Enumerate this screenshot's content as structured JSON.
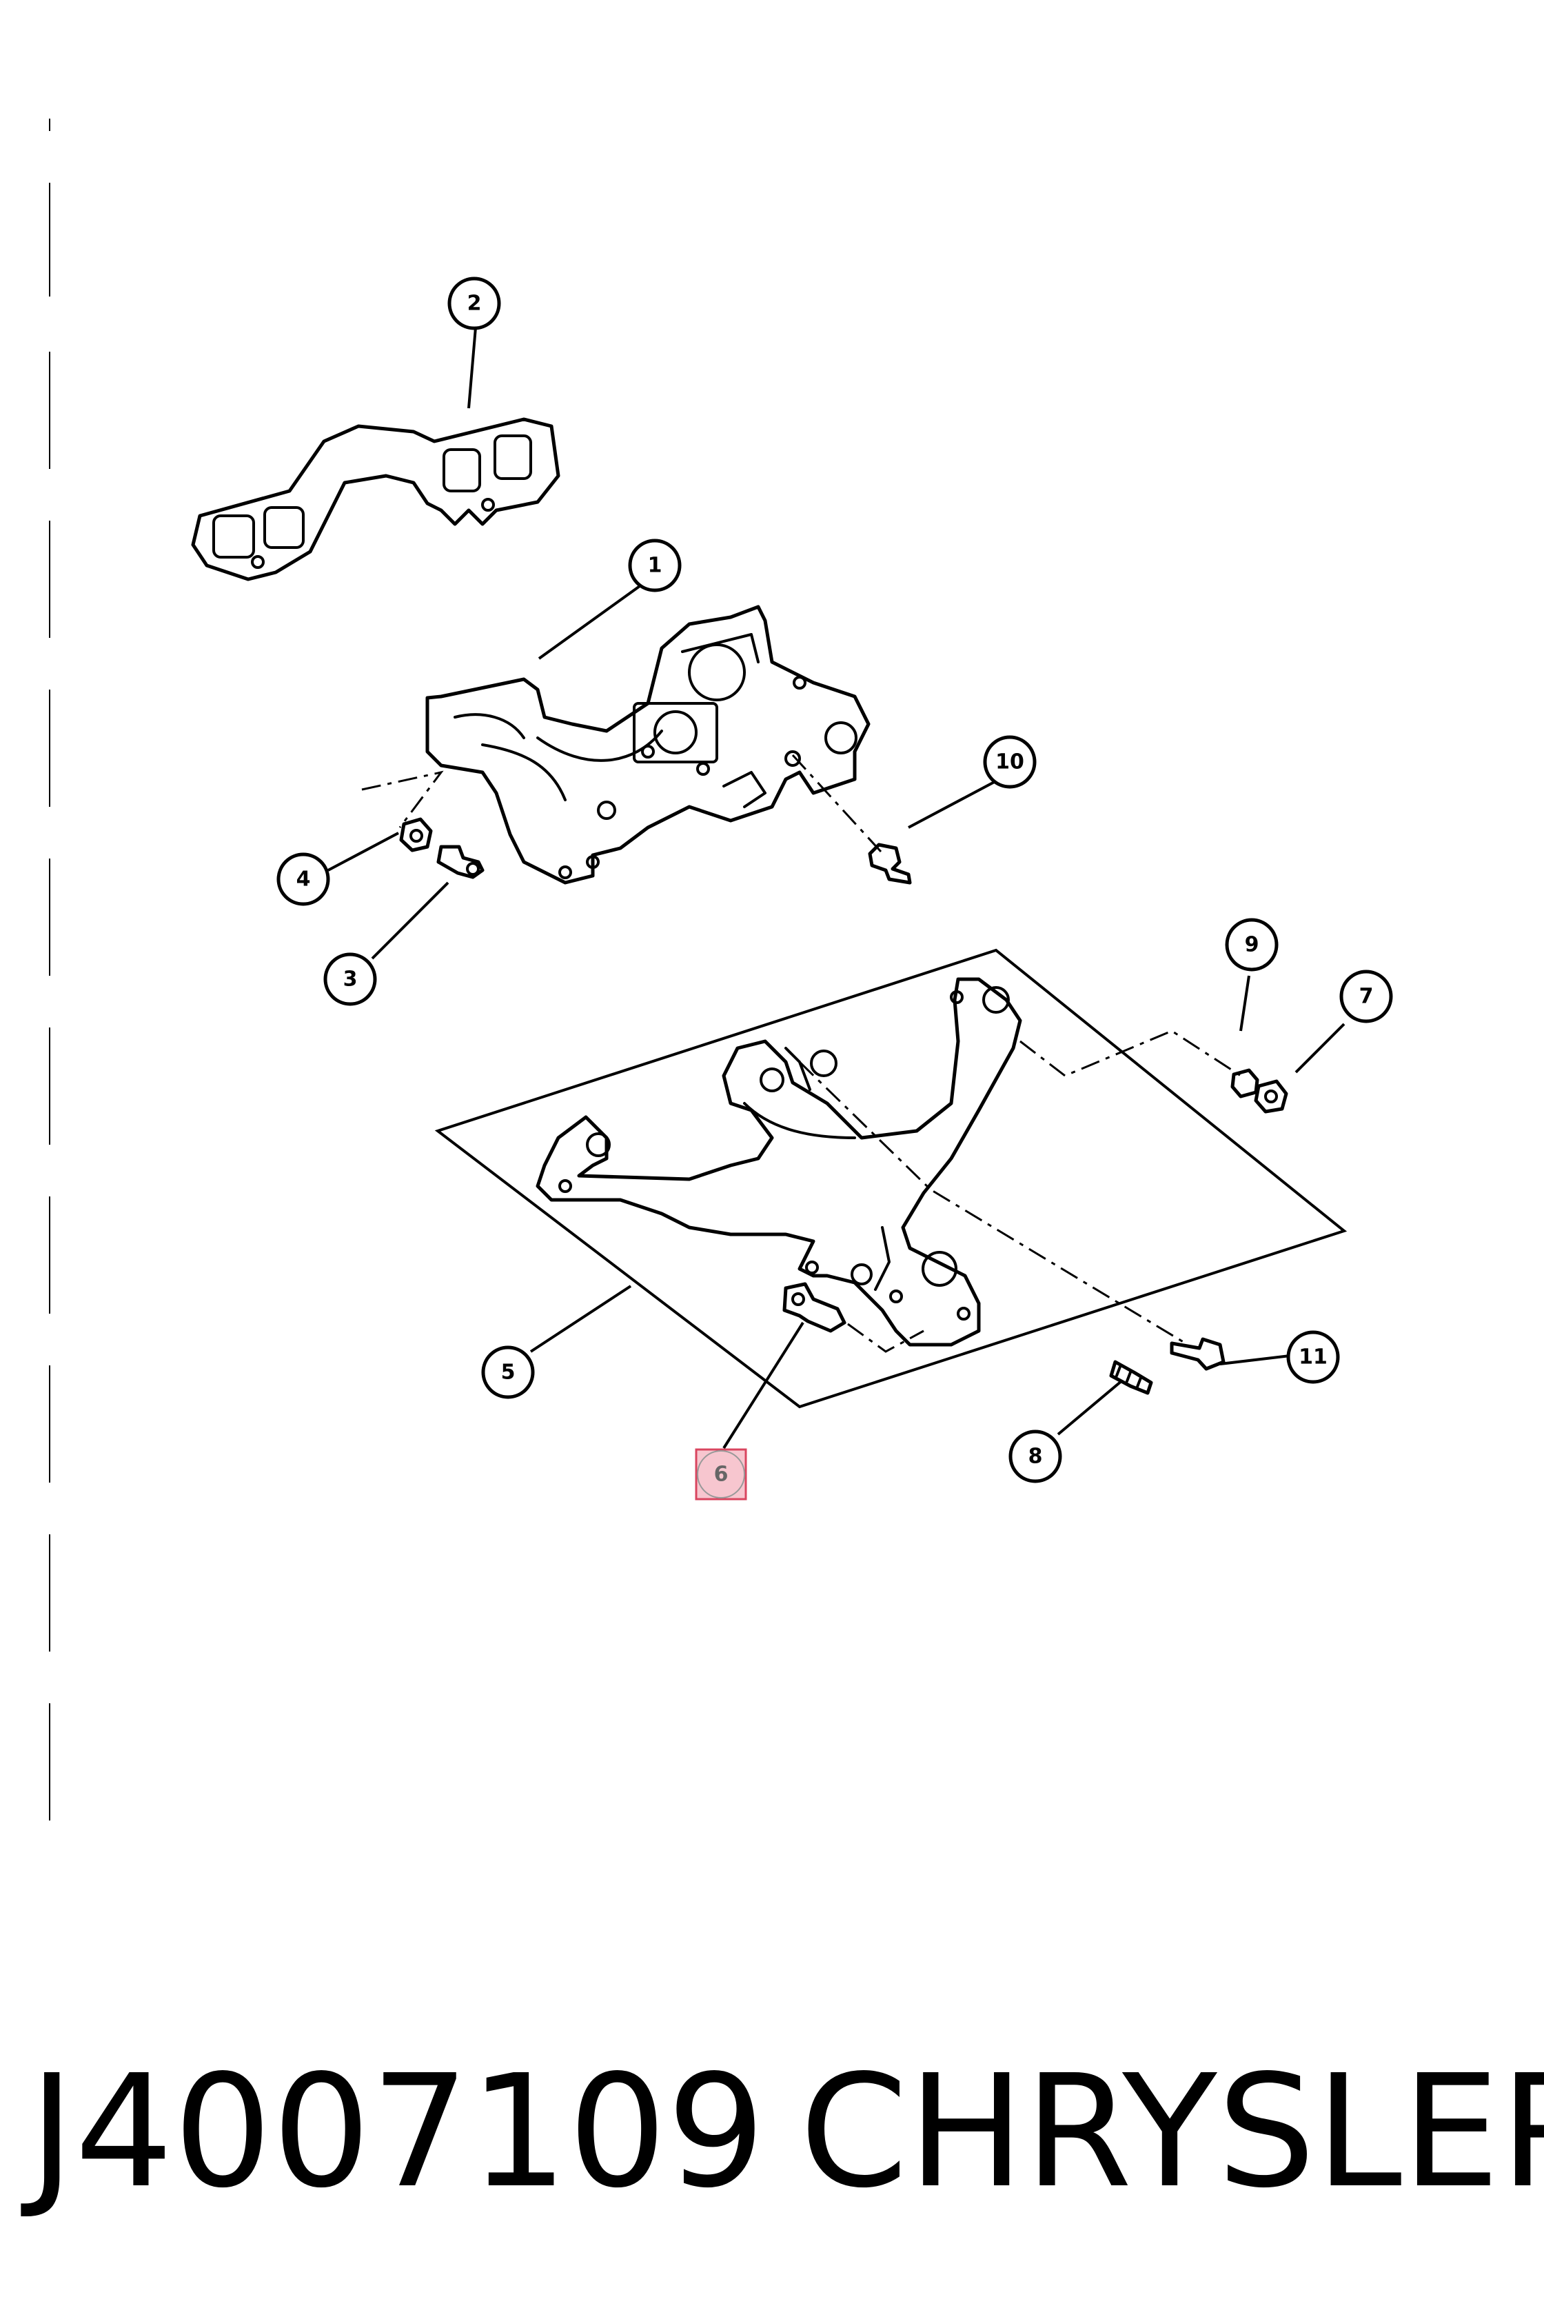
{
  "callouts": [
    "1",
    "2",
    "3",
    "4",
    "5",
    "6",
    "7",
    "8",
    "9",
    "10",
    "11"
  ],
  "selected_callout": "6",
  "footer": {
    "part_number": "J4007109",
    "brand": "CHRYSLER"
  },
  "colors": {
    "line": "#000000",
    "highlight_fill": "#f7c6cf",
    "highlight_stroke": "#d9455f"
  }
}
